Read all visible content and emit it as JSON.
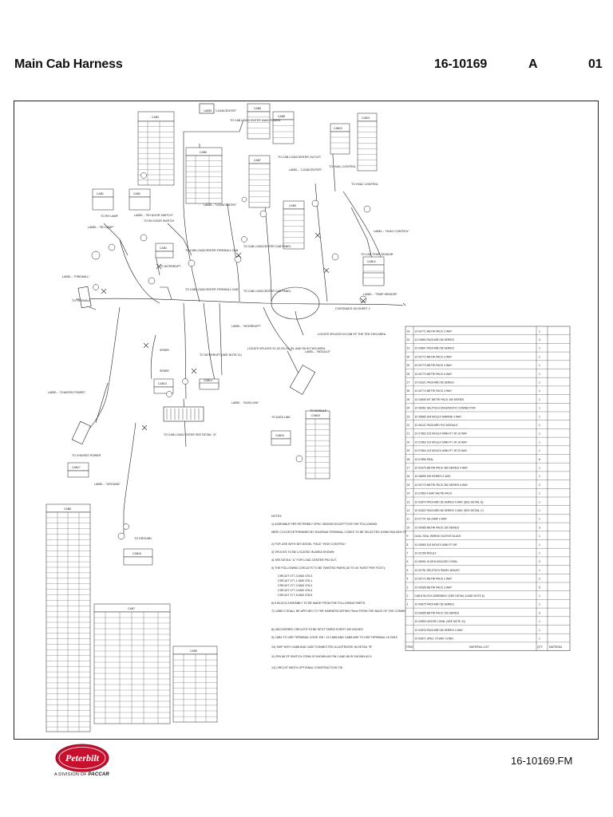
{
  "header": {
    "title": "Main Cab Harness",
    "part_number": "16-10169",
    "revision": "A",
    "sheet": "01"
  },
  "footer": {
    "part_file": "16-10169.FM",
    "logo_text": "Peterbilt",
    "division_prefix": "A DIVISION OF",
    "division_brand": "PACCAR"
  },
  "labels": {
    "loadcenter": "LABEL - \"LOADCENTER\"",
    "loadcenter2": "LABEL - \"LOADCENTER\"",
    "rh_door": "LABEL - \"RH DOOR SWITCH\"",
    "rh_lamp": "LABEL - \"RH LAMP\"",
    "firewall": "LABEL - \"FIREWALL\"",
    "hvac_control": "LABEL - \"HVAC CONTROL\"",
    "temp_sensor": "LABEL - \"TEMP SENSOR\"",
    "interrupt": "LABEL - \"INTERRUPT\"",
    "module": "LABEL - \"MODULE\"",
    "spare": "SPARE",
    "datalink": "LABEL - \"DATA LINK\"",
    "chassis_power": "LABEL - \"CHASSIS POWER\"",
    "ground": "LABEL - \"GROUND\"",
    "to_cab_lc_main": "TO CAB LOADCENTER MAIN POWER",
    "to_cab_lc_outlet": "TO CAB LOADCENTER OUTLET",
    "to_hvac": "TO HVAC CONTROL",
    "to_rh_lamp": "TO RH LAMP",
    "to_rh_door": "TO RH DOOR SWITCH",
    "to_interrupt": "TO INTERRUPT",
    "to_lc_firewall": "TO CAB LOADCENTER FIREWALL CAB",
    "to_lc_panel": "TO CAB LOADCENTER CAB PANEL",
    "to_firewall": "TO FIREWALL",
    "to_temp": "TO CAB TEMP SENSOR",
    "continued": "CONTINUED ON SHEET 2",
    "locate_splices": "LOCATE SPLICES IN CAB OF THE TEN THIS AREA",
    "locate_splices2": "LOCATE SPLICES S1,S2,S3,S4, S5, AND S6 IN THIS AREA",
    "to_interrupt2": "TO INTERRUPT (SEE NOTE 11)",
    "to_datalink": "TO DATA LINK",
    "to_module": "TO MODULE",
    "to_chassis_power": "TO CHASSIS POWER",
    "to_lc_detail": "TO CAB LOADCENTER SEE DETAIL \"A\"",
    "to_ground": "TO GROUND"
  },
  "connectors": {
    "c1": "CAB1",
    "c2": "CAB2",
    "c3": "CAB3",
    "c4": "CAB4",
    "c5": "CAB5",
    "c6": "CAB6",
    "c7": "CAB7",
    "c8": "CAB8",
    "c9": "CAB9",
    "c10": "CAB10",
    "c11": "CAB11",
    "c12": "CAB12",
    "c13": "CAB13",
    "c14": "CAB14",
    "c15": "CAB15",
    "c16": "CAB16",
    "c17": "CAB17",
    "c18": "CAB18"
  },
  "notes": {
    "heading": "NOTES:",
    "items": [
      "1) ASSEMBLE PER PETERBILT SPEC 9502000 EXCEPT FOR THE FOLLOWING:",
      "WIRE COLOR DETERMINED BY DIAGRAM TERMINAL CODES TO BE SELECTED USING BELDEN TERMINAL CODE 11 OR 13",
      "2) FOR USE WITH 387 MODEL \"FACE \"HIGH CONTROL\"",
      "3) SPLICES TO BE LOCATED IN AREA SHOWN",
      "4) SEE DETAIL \"A\" FOR LOAD CENTER PIN OUT.",
      "5) THE FOLLOWING CIRCUITS TO BE TWISTED PAIRS (35 TO 40 TWIST PER FOOT):",
      "CIRCUIT 477-3 AND 478-3",
      "CIRCUIT 477-1 AND 478-1",
      "CIRCUIT 477-2 AND 478-2",
      "CIRCUIT 477-4 AND 478-4",
      "CIRCUIT 477-5 AND 478-5",
      "6) 8 BLOCK ASSEMBLY TO BE MADE FROM THE FOLLOWING PARTS:",
      "7) LABELS SHALL BE APPLIED TO THE HARNESS WITHIN 75mm FROM THE BACK OF THE CONNECTOR AND SHOULD BE VISIBLE UPON COMPLETION OF THE HARNESS",
      "8) UNCOVERED CIRCUITS TO BE SPOT TAPED EVERY 300 INCHES",
      "9) CAB1 TO USE TERMINAL CODE 135 / 13 CAB5 AND CAB8 ARE TO USE TERMINAL 15 CB10",
      "10) SHIP WITH CAB8 AND CAB7 CONNECTED ILLUSTRATED IN DETAIL \"B\"",
      "11) PIN 88 OF SWITCH CONN IS SHOWN AS PIN 2 AND 88 IS SHOWN AS 5",
      "12) CIRCUIT WIDTH OPTIONAL CONSTRUCTION TIE."
    ]
  },
  "material_list": {
    "header_item": "ITEM",
    "header_desc": "MATERIAL LIST",
    "header_qty": "QTY",
    "header_mat": "MATERIAL",
    "rows": [
      [
        "33",
        "10 00771 METRI PACK 2 WAY",
        "1"
      ],
      [
        "32",
        "10 03890 PACKARD 56 SERIES",
        "3"
      ],
      [
        "31",
        "10 03897 PACKARD 56 SERIES",
        "1"
      ],
      [
        "30",
        "10 00772 METRI PACK 3 WAY",
        "1"
      ],
      [
        "29",
        "10 00773 METRI PACK 4 WAY",
        "1"
      ],
      [
        "28",
        "10 00770 METRI PACK 6 WAY",
        "1"
      ],
      [
        "27",
        "10 02621 PACKARD 56 SERIES",
        "1"
      ],
      [
        "26",
        "10 00774 METRI PACK 3 WAY",
        "1"
      ],
      [
        "25",
        "10 03605 WT METRI PACK 150 SERIES",
        "1"
      ],
      [
        "24",
        "10 06061 DEUTSCH DIAGNOSTIC CONNECTOR",
        "1"
      ],
      [
        "23",
        "10 05865 304 MOLEX MARINE 4 WAY",
        "1"
      ],
      [
        "22",
        "10 06121 PACKARD PV2 MODULE",
        "1"
      ],
      [
        "21",
        "10 07862 102 MOLEX MINI-FIT JR 10 WAY",
        "1"
      ],
      [
        "20",
        "10 07863 102 MOLEX MINI-FIT JR 16 WAY",
        "1"
      ],
      [
        "19",
        "10 07864 102 MOLEX MINI-FIT JR 20 WAY",
        "1"
      ],
      [
        "18",
        "10 07855 SEAL",
        "6"
      ],
      [
        "17",
        "10 00375 METRI PACK 480 SERIES 4 WAY",
        "1"
      ],
      [
        "16",
        "10 08699 150 SERIES 2 WAY",
        "1"
      ],
      [
        "15",
        "10 00773 METRI PACK 280 SERIES 6 WAY",
        "2"
      ],
      [
        "14",
        "10 07863 4 WAY METRI PACK",
        "1"
      ],
      [
        "13",
        "10 02870 PACKARD 56 SERIES 4 WAY (SEE DETAIL B)",
        "1"
      ],
      [
        "12",
        "10 02622 PACKARD 56 SERIES 4 WAY (SEE DETAIL C)",
        "1"
      ],
      [
        "11",
        "10 07737 S8 LAMP 2 WAY",
        "1"
      ],
      [
        "10",
        "10 00985 METRI PACK 150 SERIES",
        "3"
      ],
      [
        "9",
        "DUAL SEAL WIRING SLEEVE BLACK",
        "1"
      ],
      [
        "8",
        "10 00883 102 MOLEX MINI-FIT 6R",
        "1"
      ],
      [
        "7",
        "10 02155 MOLEX",
        "1"
      ],
      [
        "6",
        "10 08091 HI DEN MOLDED CONN.",
        "2"
      ],
      [
        "5",
        "10 00751 DEUTSCH PANEL MOUNT",
        "1"
      ],
      [
        "4",
        "10 00772 METRI PACK 2 WAY",
        "2"
      ],
      [
        "3",
        "10 00565 METRI PACK 3 WAY",
        "5"
      ],
      [
        "2",
        "CAB 8 BLOCK ASSEMBLY (SEE DETAIL A AND NOTE 6)",
        "1"
      ],
      [
        "1",
        "10 00875 PACKARD 56 SERIES",
        "1"
      ],
      [
        "",
        "10 00895 METRI PACK 150 SERIES",
        "3"
      ],
      [
        "",
        "10 03593 GATOR CONN. (SEE NOTE 11)",
        "1"
      ],
      [
        "",
        "10 02876 PACKARD 56 SERIES 4 WAY",
        "1"
      ],
      [
        "",
        "10 00871 SPEC 75 WAY CONN.",
        "1"
      ]
    ]
  }
}
